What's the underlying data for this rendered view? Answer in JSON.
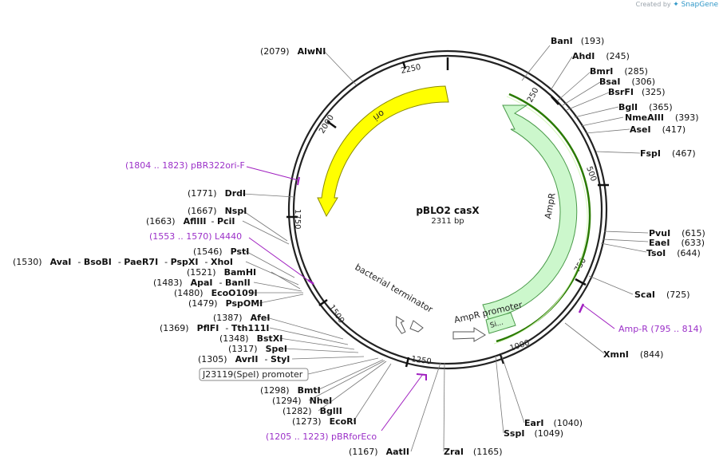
{
  "watermark": {
    "created_by": "Created by",
    "brand": "SnapGene"
  },
  "plasmid": {
    "name": "pBLO2 casX",
    "size": "2311 bp"
  },
  "ticks": [
    "250",
    "500",
    "750",
    "1000",
    "1250",
    "1500",
    "1750",
    "2000",
    "2250"
  ],
  "features": {
    "ori": "ori",
    "ampr": "AmpR",
    "ampr_promoter": "AmpR promoter",
    "signal": "Si...",
    "terminator": "bacterial terminator",
    "j23119": "J23119(SpeI) promoter"
  },
  "primers": {
    "pbr322_ori": "(1804 .. 1823)  pBR322ori-F",
    "l4440": "(1553 .. 1570)  L4440",
    "amp_r": "Amp-R    (795 .. 814)",
    "pbrforeco": "(1205 .. 1223)  pBRforEco"
  },
  "sites": [
    {
      "name": "BanI",
      "pos": "(193)"
    },
    {
      "name": "AhdI",
      "pos": "(245)"
    },
    {
      "name": "BmrI",
      "pos": "(285)"
    },
    {
      "name": "BsaI",
      "pos": "(306)"
    },
    {
      "name": "BsrFI",
      "pos": "(325)"
    },
    {
      "name": "BglI",
      "pos": "(365)"
    },
    {
      "name": "NmeAIII",
      "pos": "(393)"
    },
    {
      "name": "AseI",
      "pos": "(417)"
    },
    {
      "name": "FspI",
      "pos": "(467)"
    },
    {
      "name": "PvuI",
      "pos": "(615)"
    },
    {
      "name": "EaeI",
      "pos": "(633)"
    },
    {
      "name": "TsoI",
      "pos": "(644)"
    },
    {
      "name": "ScaI",
      "pos": "(725)"
    },
    {
      "name": "XmnI",
      "pos": "(844)"
    },
    {
      "name": "EarI",
      "pos": "(1040)"
    },
    {
      "name": "SspI",
      "pos": "(1049)"
    },
    {
      "name": "ZraI",
      "pos": "(1165)"
    },
    {
      "name": "AatII",
      "pos": "(1167)"
    },
    {
      "name": "AlwNI",
      "pos": "(2079)"
    },
    {
      "name": "DrdI",
      "pos": "(1771)"
    },
    {
      "name": "NspI",
      "pos": "(1667)"
    },
    {
      "name": "AflIII",
      "pos": "(1663)"
    },
    {
      "name": "PciI",
      "pos": ""
    },
    {
      "name": "PstI",
      "pos": "(1546)"
    },
    {
      "name": "AvaI",
      "pos": "(1530)"
    },
    {
      "name": "BsoBI",
      "pos": ""
    },
    {
      "name": "PaeR7I",
      "pos": ""
    },
    {
      "name": "PspXI",
      "pos": ""
    },
    {
      "name": "XhoI",
      "pos": ""
    },
    {
      "name": "BamHI",
      "pos": "(1521)"
    },
    {
      "name": "ApaI",
      "pos": "(1483)"
    },
    {
      "name": "BanII",
      "pos": ""
    },
    {
      "name": "EcoO109I",
      "pos": "(1480)"
    },
    {
      "name": "PspOMI",
      "pos": "(1479)"
    },
    {
      "name": "AfeI",
      "pos": "(1387)"
    },
    {
      "name": "PflFI",
      "pos": "(1369)"
    },
    {
      "name": "Tth111I",
      "pos": ""
    },
    {
      "name": "BstXI",
      "pos": "(1348)"
    },
    {
      "name": "SpeI",
      "pos": "(1317)"
    },
    {
      "name": "AvrII",
      "pos": "(1305)"
    },
    {
      "name": "StyI",
      "pos": ""
    },
    {
      "name": "BmtI",
      "pos": "(1298)"
    },
    {
      "name": "NheI",
      "pos": "(1294)"
    },
    {
      "name": "BglII",
      "pos": "(1282)"
    },
    {
      "name": "EcoRI",
      "pos": "(1273)"
    }
  ]
}
